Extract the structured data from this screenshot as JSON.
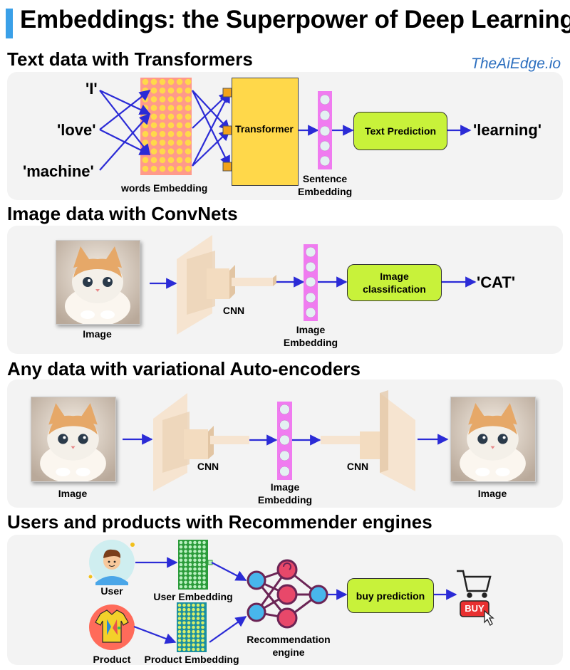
{
  "header": {
    "title": "Embeddings: the Superpower of Deep Learning",
    "brand": "TheAiEdge.io"
  },
  "text_section": {
    "title": "Text data with Transformers",
    "words": [
      "'I'",
      "'love'",
      "'machine'"
    ],
    "words_embedding_label": "words Embedding",
    "transformer_label": "Transformer",
    "sentence_embedding_label": "Sentence Embedding",
    "prediction_label": "Text Prediction",
    "output": "'learning'"
  },
  "image_section": {
    "title": "Image data with ConvNets",
    "image_label": "Image",
    "cnn_label": "CNN",
    "embedding_label": "Image Embedding",
    "classification_label": "Image classification",
    "output": "'CAT'"
  },
  "vae_section": {
    "title": "Any data with variational Auto-encoders",
    "input_label": "Image",
    "encoder_label": "CNN",
    "embedding_label": "Image Embedding",
    "decoder_label": "CNN",
    "output_label": "Image"
  },
  "rec_section": {
    "title": "Users and products with Recommender engines",
    "user_label": "User",
    "product_label": "Product",
    "user_embedding_label": "User Embedding",
    "product_embedding_label": "Product Embedding",
    "engine_label": "Recommendation engine",
    "prediction_label": "buy prediction",
    "buy_label": "BUY"
  },
  "colors": {
    "arrow": "#2b2bd6",
    "embedding": "#f07bf0",
    "words_grid": "#ff9a8a",
    "green_box": "#c8f23a",
    "transformer": "#ffd84a",
    "cnn": "#f3dcc0",
    "user_grid": "#3fbf5a",
    "product_grid": "#1aa0a0"
  }
}
